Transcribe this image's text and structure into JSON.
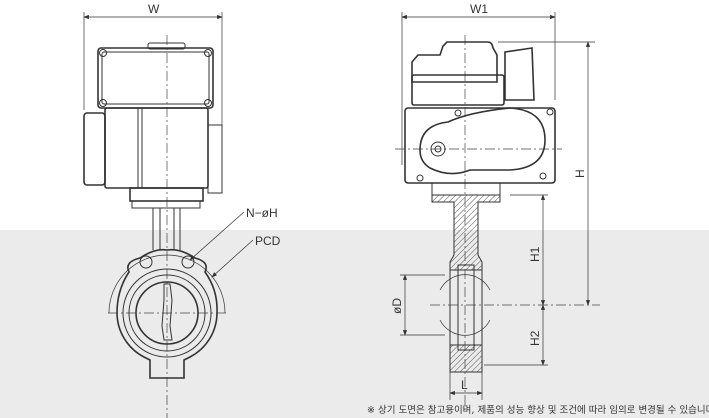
{
  "front_view": {
    "width_label": "W",
    "bolt_hole_label": "N−øH",
    "pcd_label": "PCD"
  },
  "side_view": {
    "width_label": "W1",
    "height_label": "H",
    "h1_label": "H1",
    "h2_label": "H2",
    "diameter_label": "øD",
    "length_label": "L"
  },
  "note": "※ 상기 도면은 참고용이며, 제품의 성능 향상 및 조건에 따라 임의로 변경될 수 있습니다."
}
